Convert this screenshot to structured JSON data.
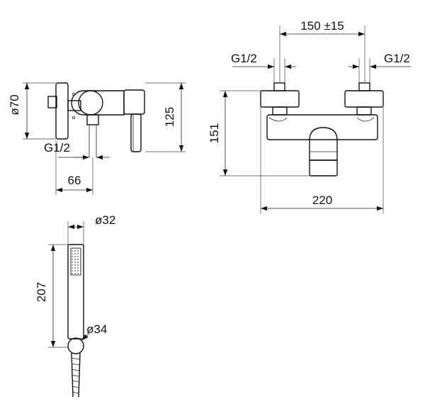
{
  "side_view": {
    "dia_body": "ø70",
    "height": "125",
    "thread": "G1/2",
    "depth": "66"
  },
  "front_view": {
    "centers": "150 ±15",
    "thread_left": "G1/2",
    "thread_right": "G1/2",
    "height": "151",
    "width": "220"
  },
  "hand_shower": {
    "dia_head": "ø32",
    "length": "207",
    "dia_holder": "ø34"
  }
}
